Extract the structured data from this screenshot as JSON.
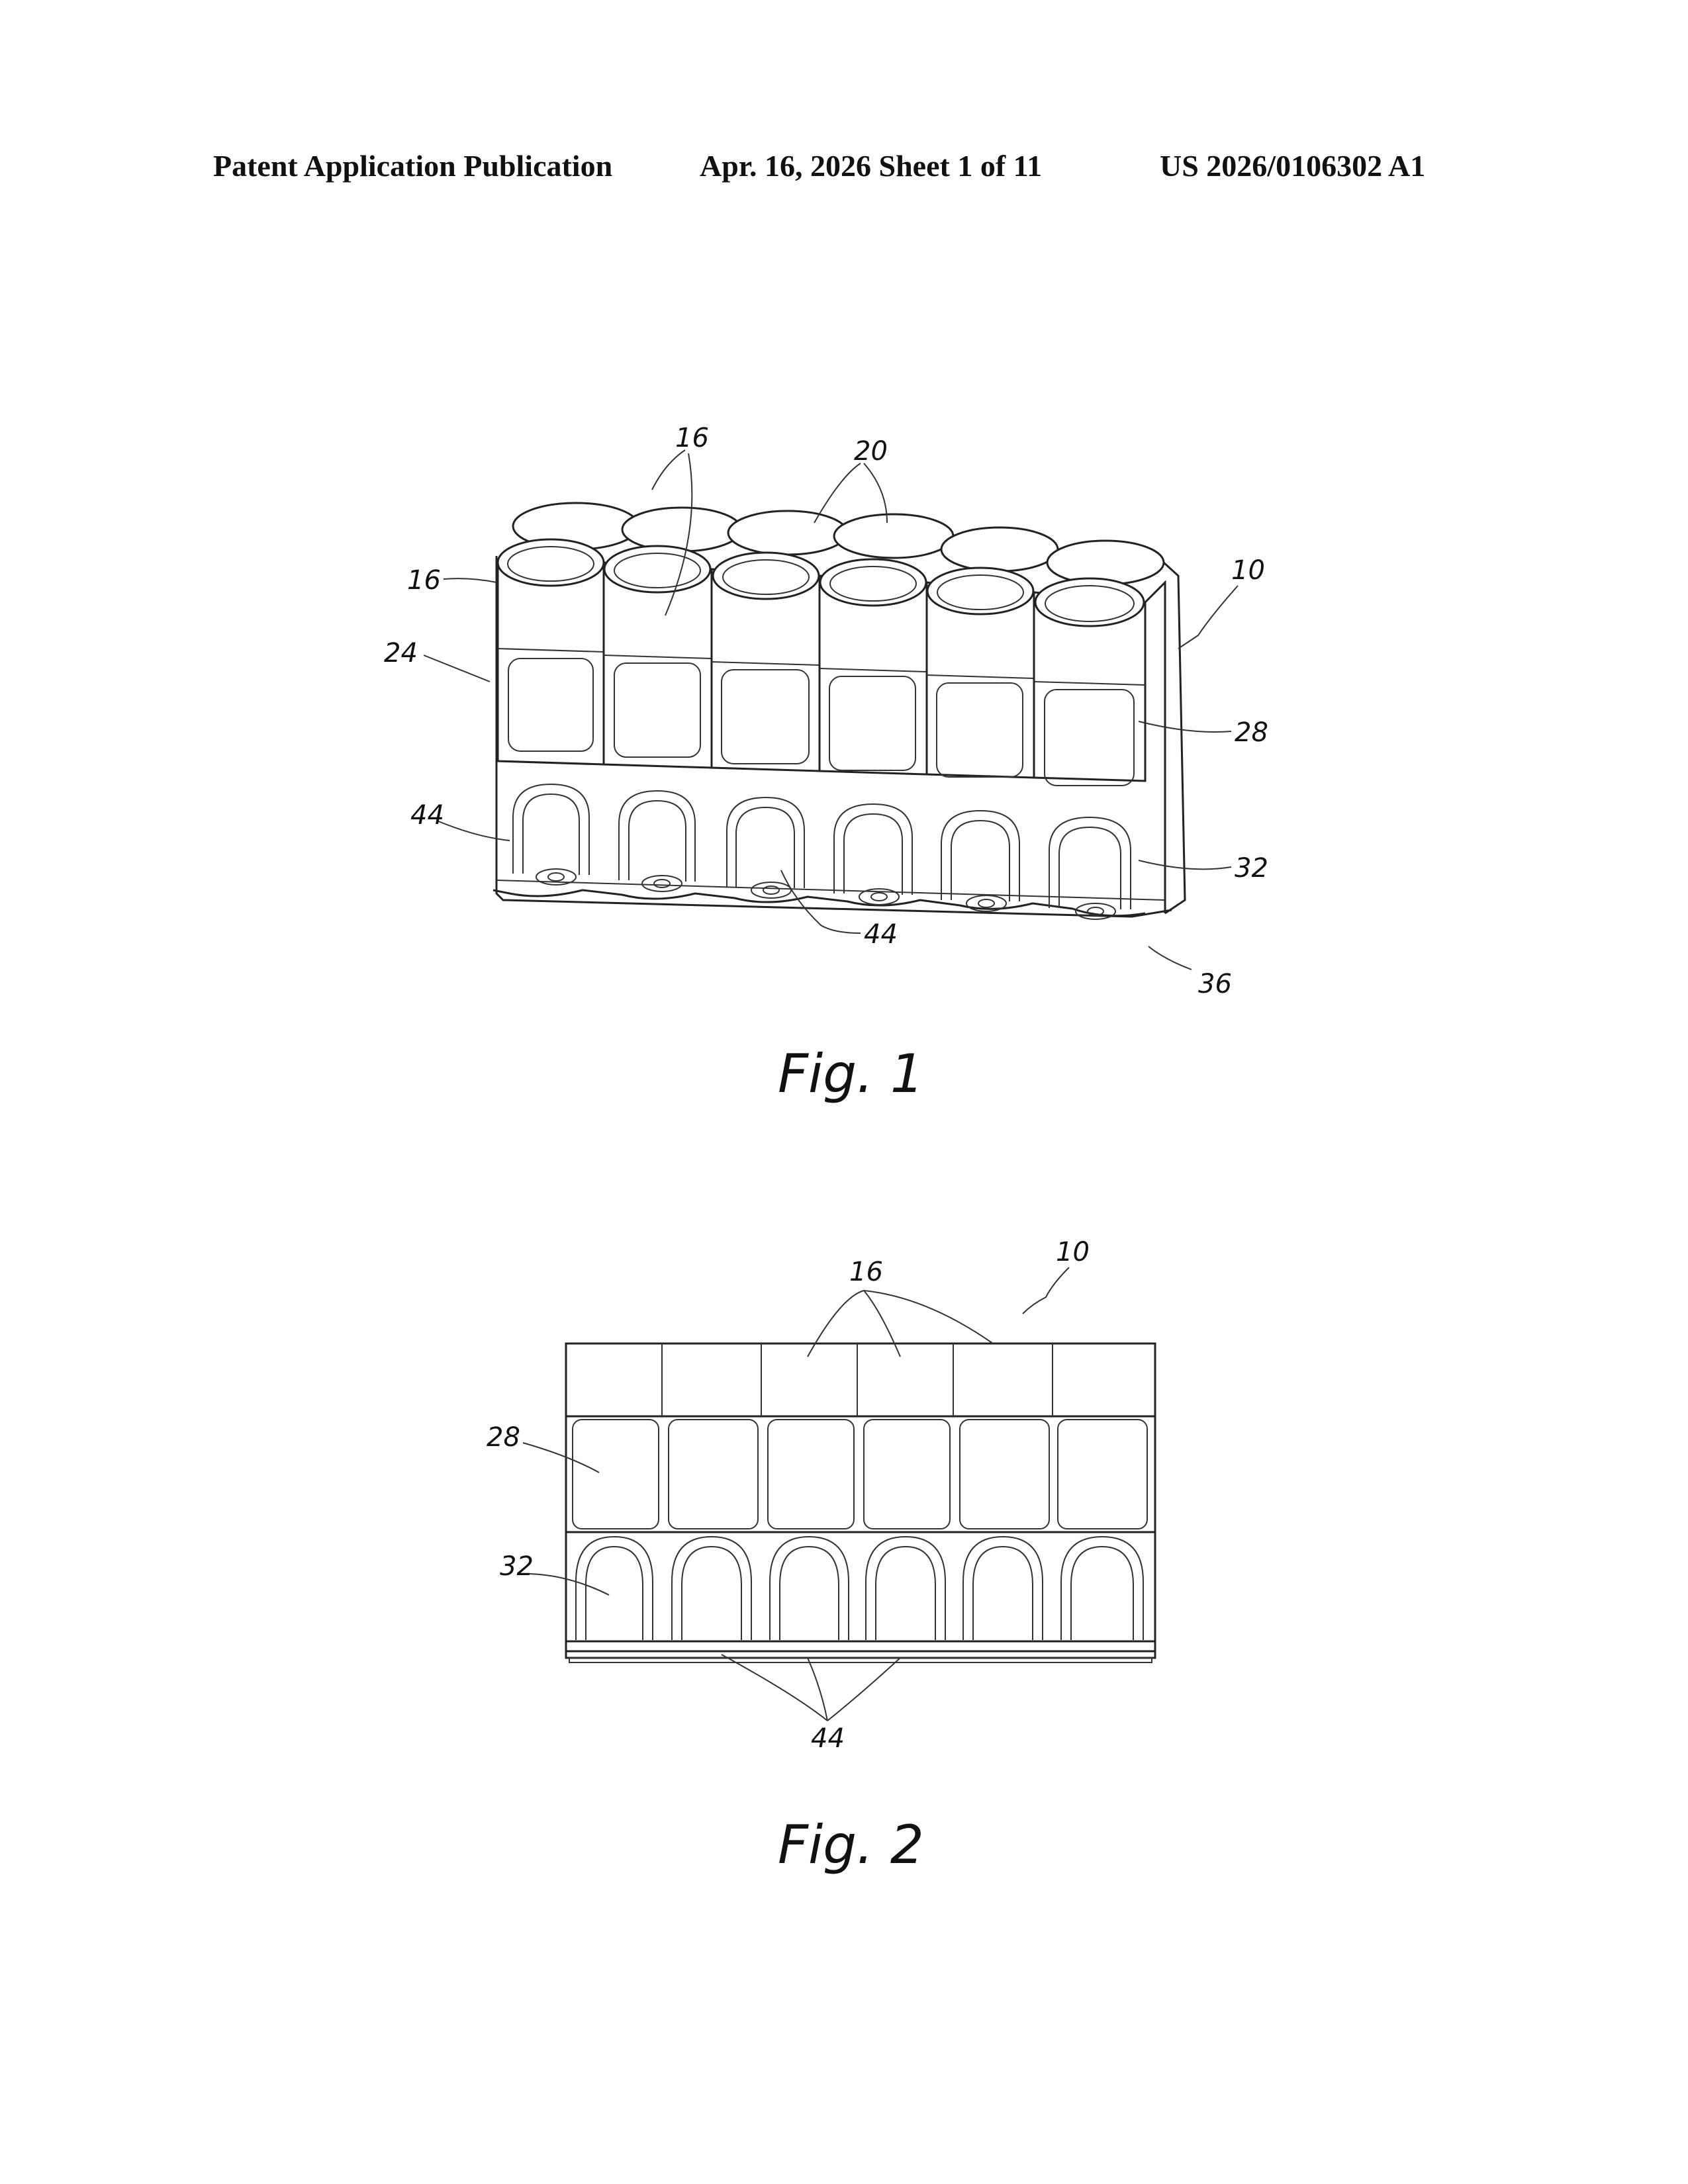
{
  "header": {
    "left": "Patent Application Publication",
    "middle": "Apr. 16, 2026  Sheet 1 of 11",
    "right": "US 2026/0106302 A1"
  },
  "figures": [
    {
      "caption": "Fig. 1",
      "labels": [
        "16",
        "16",
        "20",
        "10",
        "24",
        "28",
        "44",
        "32",
        "44",
        "36"
      ]
    },
    {
      "caption": "Fig. 2",
      "labels": [
        "16",
        "10",
        "28",
        "32",
        "44"
      ]
    }
  ]
}
